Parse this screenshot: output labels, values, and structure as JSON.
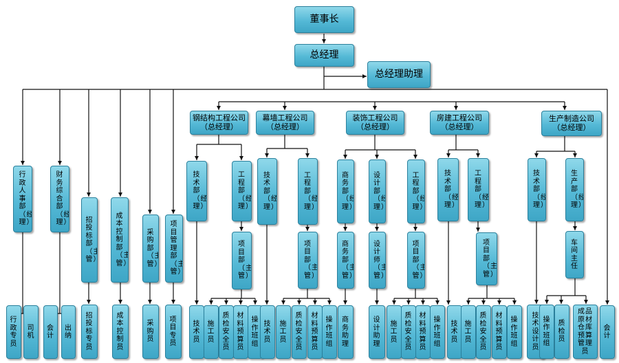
{
  "nodes": {
    "chairman": "董事长",
    "gm": "总经理",
    "gm_assistant": "总经理助理",
    "admin": "行政人事部（经理）",
    "finance": "财务综合部（经理）",
    "bidding": "招投标部（主管）",
    "cost": "成本控制部（主管）",
    "purchase": "采购部（主管）",
    "projmgmt": "项目管理部（主管）",
    "steel_co": "钢结构工程公司\n（总经理）",
    "curtain_co": "幕墙工程公司\n（总经理）",
    "decor_co": "装饰工程公司\n（总经理）",
    "house_co": "房建工程公司\n（总经理）",
    "prod_co": "生产制造公司\n（总经理）",
    "steel_tech": "技术部（经理）",
    "steel_eng": "工程部（经理）",
    "steel_proj": "项目部（主管）",
    "curtain_tech": "技术部（经理）",
    "curtain_eng": "工程部（经理）",
    "curtain_proj": "项目部（主管）",
    "decor_biz": "商务部（经理）",
    "decor_design": "设计部（经理）",
    "decor_eng": "工程部（经理）",
    "decor_biz2": "商务部（主管）",
    "decor_designer": "设计师（主管）",
    "decor_proj": "项目部（主管）",
    "house_tech": "技术部（经理）",
    "house_eng": "工程部（经理）",
    "house_proj": "项目部（主管）",
    "prod_tech": "技术部（经理）",
    "prod_prod": "生产部（经理）",
    "prod_workshop": "车间主任",
    "leaf_admin_staff": "行政专员",
    "leaf_driver": "司机",
    "leaf_accounting": "会计",
    "leaf_cashier": "出纳",
    "leaf_bidding": "招投标专员",
    "leaf_cost": "成本控制员",
    "leaf_purchaser": "采购员",
    "leaf_projspec": "项目专员",
    "leaf_steel_tech": "技术员",
    "leaf_steel_worker": "施工员",
    "leaf_steel_qs": "质检安全员",
    "leaf_steel_mat": "材料预算员",
    "leaf_steel_team": "操作班组",
    "leaf_cur_tech": "技术员",
    "leaf_cur_worker": "施工员",
    "leaf_cur_qs": "质检安全员",
    "leaf_cur_mat": "材料预算员",
    "leaf_cur_team": "操作班组",
    "leaf_dec_bizasst": "商务助理",
    "leaf_dec_designasst": "设计助理",
    "leaf_dec_worker": "施工员",
    "leaf_dec_qs": "质检安全员",
    "leaf_dec_mat": "材料预算员",
    "leaf_dec_team": "操作班组",
    "leaf_hou_tech": "技术员",
    "leaf_hou_worker": "施工员",
    "leaf_hou_qs": "质检安全员",
    "leaf_hou_mat": "材料预算员",
    "leaf_hou_team": "操作班组",
    "leaf_pro_designer": "技术设计员",
    "leaf_pro_team": "操作班组",
    "leaf_pro_qc": "质检员",
    "leaf_pro_store": "成品原材仓库\n预算管理员",
    "leaf_pro_acct": "会计"
  }
}
